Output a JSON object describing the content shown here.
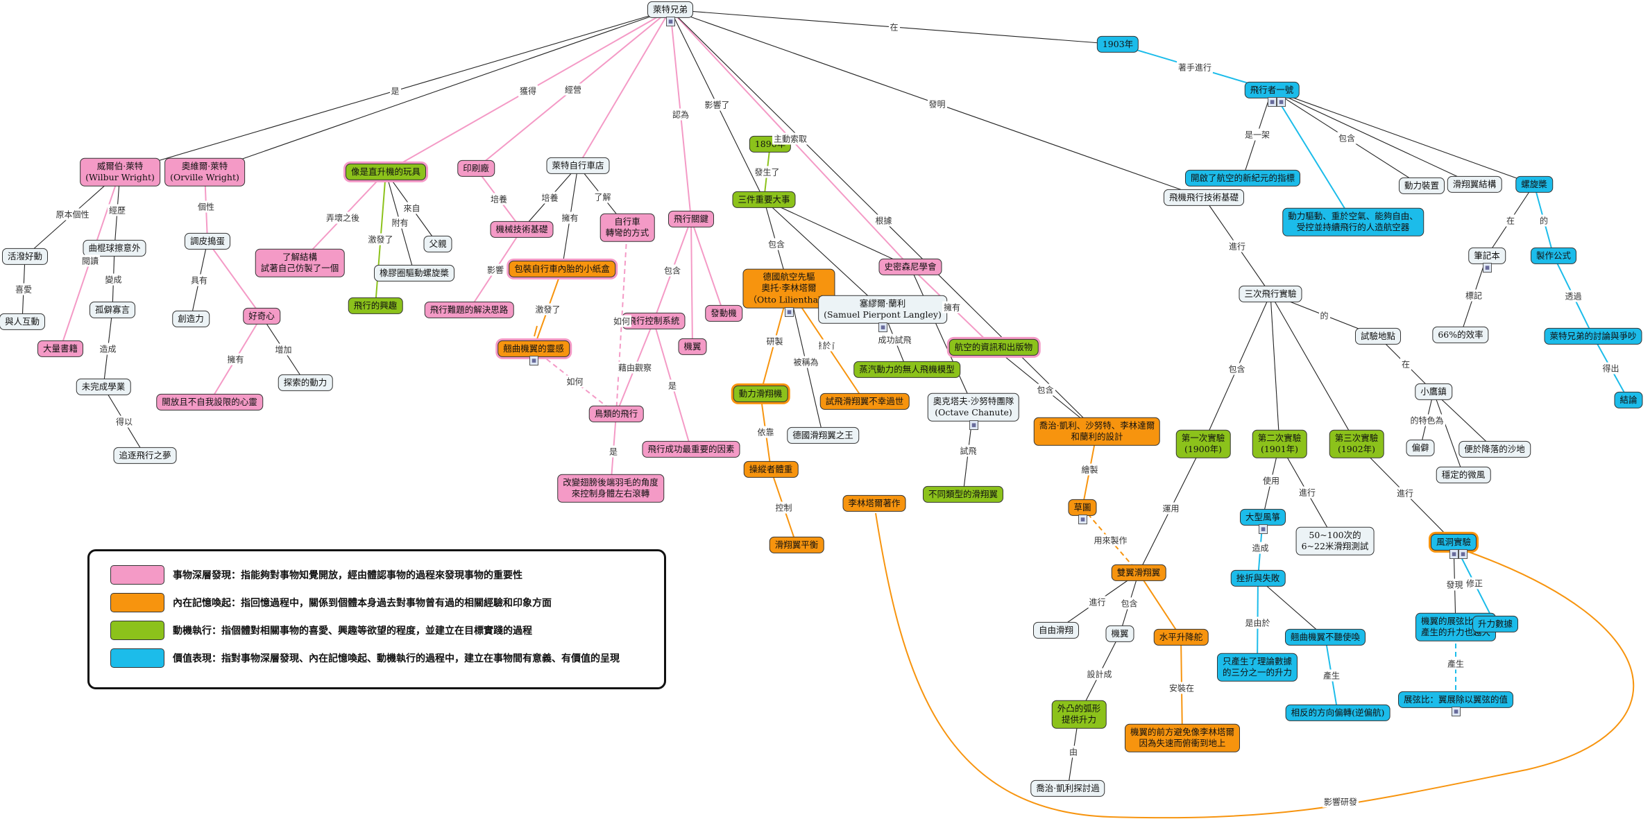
{
  "nodes": {
    "root": "萊特兄弟",
    "wilbur": "威爾伯·萊特\n(Wilbur Wright)",
    "orville": "奧維爾·萊特\n(Orville Wright)",
    "helicopter_toy": "像是直升機的玩具",
    "printing": "印刷廠",
    "bike_shop": "萊特自行車店",
    "lively": "活潑好動",
    "with_people": "與人互動",
    "many_books": "大量書籍",
    "curved_ball": "曲棍球擦意外",
    "withdrawn": "孤僻寡言",
    "unfinished": "未完成學業",
    "chase_dream": "追逐飛行之夢",
    "mischief": "調皮搗蛋",
    "creativity": "創造力",
    "curiosity": "好奇心",
    "open_mind": "開放且不自我設限的心靈",
    "explore": "探索的動力",
    "understand_structure": "了解結構\n試著自己仿製了一個",
    "flight_interest": "飛行的興趣",
    "rubber_band": "橡膠圈驅動螺旋槳",
    "father": "父親",
    "mech_basis": "機械技術基礎",
    "problem_thinking": "飛行難題的解決思路",
    "box_cardboard": "包裝自行車內胎的小紙盒",
    "twist_wing": "翹曲機翼的靈感",
    "bike_turn": "自行車\n轉彎的方式",
    "flight_key": "飛行關鍵",
    "control_system": "飛行控制系統",
    "wings": "機翼",
    "engine": "發動機",
    "bird_flight": "鳥類的飛行",
    "success_factor": "飛行成功最重要的因素",
    "feather_angle": "改變翅膀後端羽毛的角度\n來控制身體左右滾轉",
    "y1896": "1896年",
    "three_events": "三件重要大事",
    "lilienthal": "德國航空先驅\n奧托·李林塔爾\n（Otto Lilienthal）",
    "powered_glider": "動力滑翔機",
    "pilot_weight": "操縱者體重",
    "glider_balance": "滑翔翼平衡",
    "glider_king": "德國滑翔翼之王",
    "crash": "試飛滑翔翼不幸過世",
    "lilienthal_book": "李林塔爾著作",
    "langley": "塞繆爾·蘭利\n(Samuel Pierpont Langley)",
    "steam_model": "蒸汽動力的無人飛機模型",
    "smithsonian": "史密森尼學會",
    "aviation_data": "航空的資訊和出版物",
    "chanute": "奧克塔夫·沙努特團隊\n(Octave Chanute)",
    "glider_types": "不同類型的滑翔翼",
    "designs": "喬治·凱利、沙努特、李林達爾\n和蘭利的設計",
    "sketch": "草圖",
    "biplane_glider": "雙翼滑翔翼",
    "free_glide": "自由滑翔",
    "wing2": "機翼",
    "horizontal_stab": "水平升降舵",
    "convex_wing": "外凸的弧形\n提供升力",
    "cayley": "喬治·凱利探討過",
    "front_stab": "機翼的前方避免像李林塔爾\n因為失速而俯衝到地上",
    "tech_basis": "飛機飛行技術基礎",
    "three_tests": "三次飛行實驗",
    "test_site": "試驗地點",
    "kitty_hawk": "小鷹鎮",
    "remote": "偏僻",
    "landing": "便於降落的沙地",
    "stable_wind": "穩定的微風",
    "test1": "第一次實驗\n(1900年)",
    "test2": "第二次實驗\n(1901年)",
    "test3": "第三次實驗\n(1902年)",
    "big_kite": "大型風箏",
    "fail": "挫折與失敗",
    "twist_fail": "翹曲機翼不聽使喚",
    "lift_third": "只產生了理論數據\n的三分之一的升力",
    "reverse_yaw": "相反的方向偏轉(逆偏航)",
    "trials": "50~100次的\n6~22米滑翔測試",
    "wind_tunnel": "風洞實驗",
    "aspect_ratio": "機翼的展弦比越大\n產生的升力也越大",
    "lift_data": "升力數據",
    "ratio_def": "展弦比：翼展除以翼弦的值",
    "y1903": "1903年",
    "flyer1": "飛行者一號",
    "new_era": "開啟了航空的新紀元的指標",
    "first_aircraft": "動力驅動、重於空氣、能夠自由、\n受控並持續飛行的人造航空器",
    "power_device": "動力裝置",
    "glide_wing": "滑翔翼結構",
    "propeller": "螺旋槳",
    "notebook": "筆記本",
    "efficiency": "66%的效率",
    "formula": "製作公式",
    "discussion": "萊特兄弟的討論與爭吵",
    "conclusion": "結論"
  },
  "edge_labels": {
    "shi": "是",
    "huode": "獲得",
    "jingying": "經營",
    "renwei": "認為",
    "yingxiang": "影響了",
    "zhudong": "主動索取",
    "faming": "發明",
    "genju": "根據",
    "zai": "在",
    "zhuoshou": "著手進行",
    "yuanben": "原本個性",
    "jingli": "經歷",
    "xiai": "喜愛",
    "yuedu": "閱讀",
    "biancheng": "變成",
    "zaocheng": "造成",
    "deyi": "得以",
    "gexing": "個性",
    "juyou": "具有",
    "yongyou": "擁有",
    "zengjia": "增加",
    "naijiu": "弄壞之後",
    "fuyou": "附有",
    "laizi": "來自",
    "jifa": "激發了",
    "peiyang": "培養",
    "yingxiang2": "影響",
    "jifa2": "激發了",
    "yongyou2": "擁有",
    "liaojie": "了解",
    "ruhe": "如何",
    "ruhe2": "如何",
    "baohan": "包含",
    "jieyou": "藉由觀察",
    "shi2": "是",
    "shi3": "是",
    "fasheng": "發生了",
    "baohan2": "包含",
    "yanzhi": "研製",
    "beiyu": "被稱為",
    "yongyou3": "擁有",
    "yu": "於",
    "yilai": "依靠",
    "kongzhi": "控制",
    "chenggong": "成功試飛",
    "yongyou4": "擁有",
    "shifei": "試飛",
    "baohan3": "包含",
    "huizhi": "繪製",
    "yonglai": "用來製作",
    "jinxing": "進行",
    "baohan4": "包含",
    "shejicheng": "設計成",
    "anzhuang": "安裝在",
    "you": "由",
    "jinxing2": "進行",
    "de": "的",
    "zai2": "在",
    "tesewei": "的特色為",
    "baohan5": "包含",
    "caiyong": "運用",
    "shiyong": "使用",
    "jinxing3": "進行",
    "zaocheng2": "造成",
    "shiyouyu": "是由於",
    "chansheng": "產生",
    "jinxing4": "進行",
    "faxian": "發現",
    "xiuzheng": "修正",
    "chansheng2": "產生",
    "yingxiang3": "影響研發",
    "shiyijia": "是一架",
    "baohan6": "包含",
    "zai3": "在",
    "de2": "的",
    "biji": "標記",
    "tongguo": "透過",
    "dechu": "得出"
  },
  "legend": [
    {
      "color": "#f49ac6",
      "text": "事物深層發現：指能夠對事物知覺開放，經由體認事物的過程來發現事物的重要性"
    },
    {
      "color": "#f7940e",
      "text": "內在記憶喚起：指回憶過程中，關係到個體本身過去對事物曾有過的相關經驗和印象方面"
    },
    {
      "color": "#8cc21b",
      "text": "動機執行：指個體對相關事物的喜愛、興趣等欲望的程度，並建立在目標實踐的過程"
    },
    {
      "color": "#1cbcea",
      "text": "價值表現：指對事物深層發現、內在記憶喚起、動機執行的過程中，建立在事物間有意義、有價值的呈現"
    }
  ],
  "colors": {
    "pink": "#f49ac6",
    "orange": "#f7940e",
    "green": "#8cc21b",
    "blue": "#1cbcea",
    "white": "#ecf3f6"
  }
}
